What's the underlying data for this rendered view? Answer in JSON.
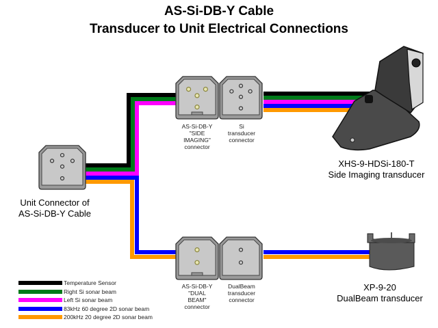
{
  "title": {
    "line1": "AS-Si-DB-Y Cable",
    "line2": "Transducer to Unit Electrical Connections"
  },
  "wires": [
    {
      "name": "Temperature Sensor",
      "color": "#000000"
    },
    {
      "name": "Right Si sonar beam",
      "color": "#007a1a"
    },
    {
      "name": "Left Si sonar beam",
      "color": "#ff00ff"
    },
    {
      "name": "83kHz  60 degree  2D sonar beam",
      "color": "#0000ff"
    },
    {
      "name": "200kHz  20 degree  2D sonar beam",
      "color": "#ff9900"
    }
  ],
  "connectors": {
    "unit": {
      "label_line1": "Unit Connector of",
      "label_line2": "AS-Si-DB-Y Cable",
      "pins": 5
    },
    "side_imaging": {
      "label": [
        "AS-Si-DB-Y",
        "\"SIDE",
        "IMAGING\"",
        "connector"
      ],
      "pins": 4
    },
    "si_transducer": {
      "label": [
        "Si",
        "transducer",
        "connector"
      ],
      "pins": 5
    },
    "dual_beam": {
      "label": [
        "AS-Si-DB-Y",
        "\"DUAL",
        "BEAM\"",
        "connector"
      ],
      "pins": 2
    },
    "dualbeam_transducer": {
      "label": [
        "DualBeam",
        "transducer",
        "connector"
      ],
      "pins": 2
    }
  },
  "transducers": {
    "side_imaging": {
      "model": "XHS-9-HDSi-180-T",
      "description": "Side Imaging transducer"
    },
    "dual_beam": {
      "model": "XP-9-20",
      "description": "DualBeam transducer"
    }
  },
  "colors": {
    "connector_body": "#c8c8c8",
    "connector_outline": "#555555",
    "transducer_body": "#4a4a4a"
  }
}
